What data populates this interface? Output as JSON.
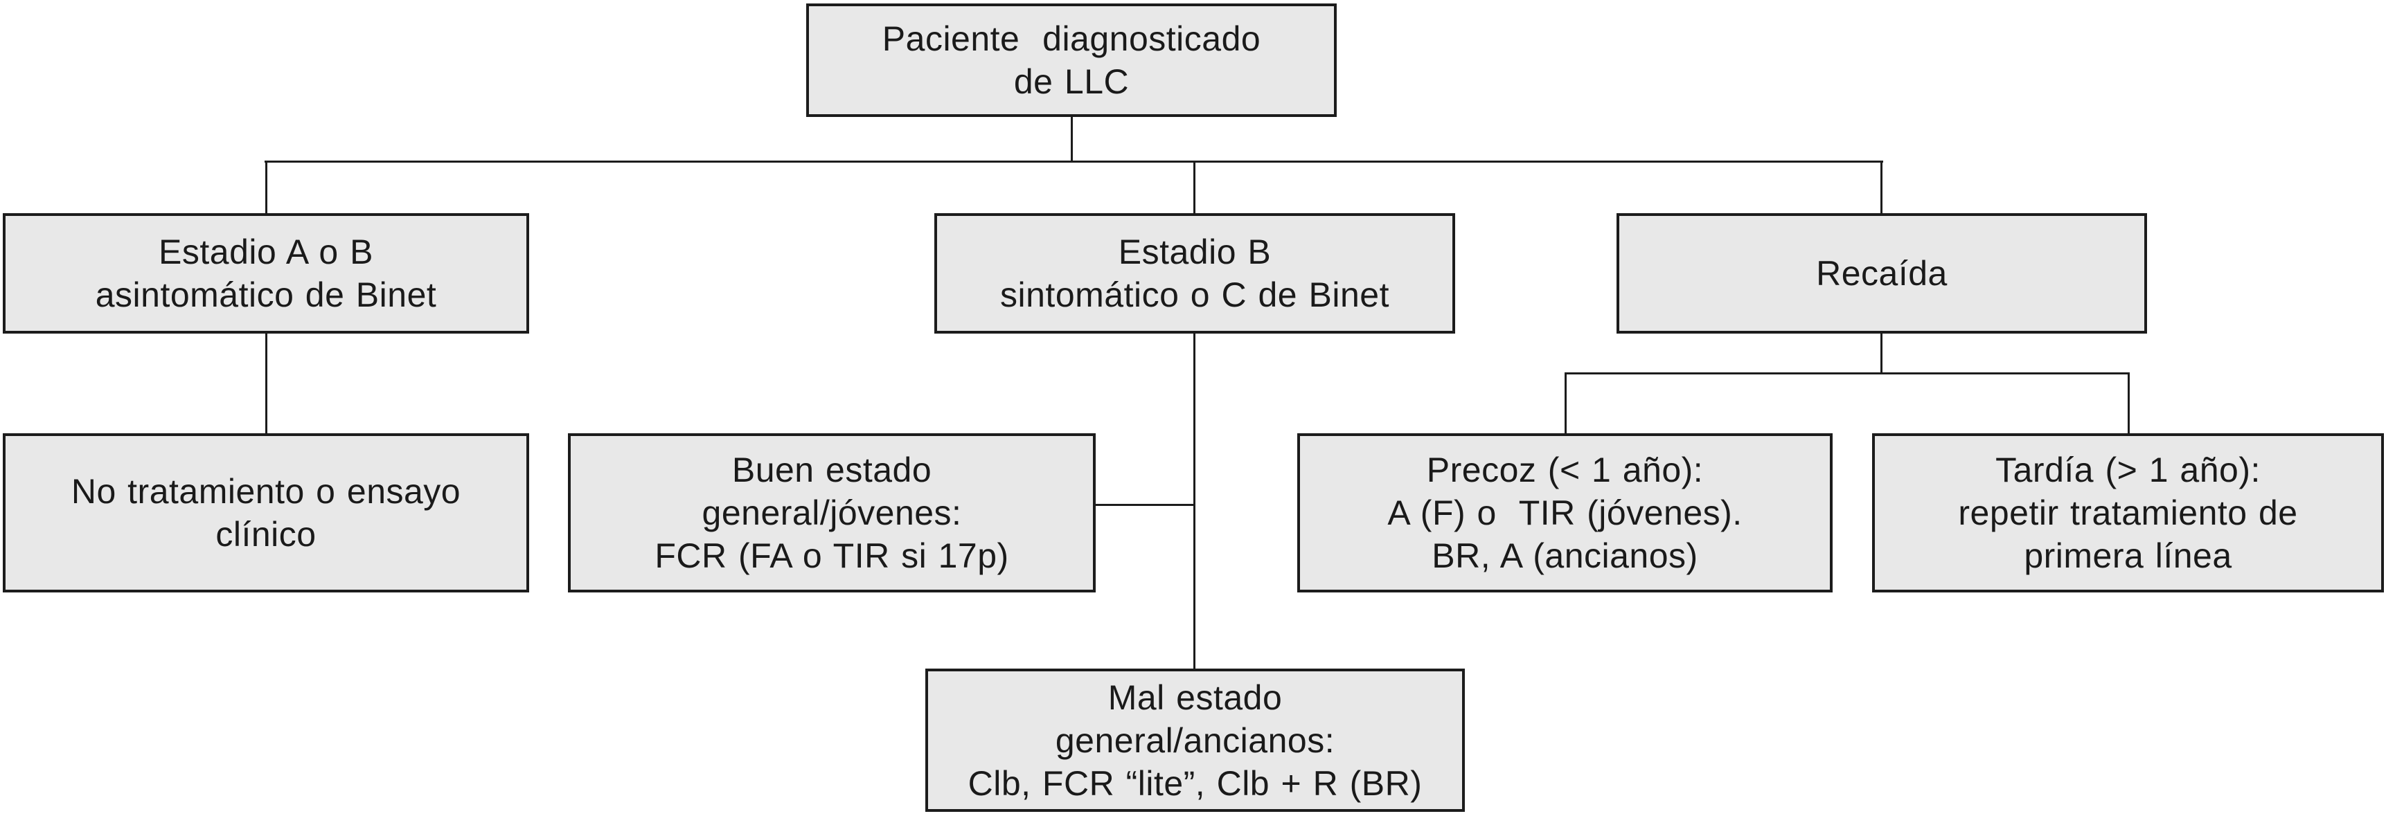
{
  "diagram": {
    "background": "#ffffff",
    "node_fill": "#e8e8e8",
    "node_border_color": "#1c1c1c",
    "line_color": "#1c1c1c",
    "text_color": "#1a1a1a",
    "nodes": {
      "paciente": {
        "label": "Paciente  diagnosticado\nde LLC"
      },
      "estadio_ab": {
        "label": "Estadio A o B\nasintomático de Binet"
      },
      "estadio_b": {
        "label": "Estadio B\nsintomático o C de Binet"
      },
      "recaida": {
        "label": "Recaída"
      },
      "no_tratamiento": {
        "label": "No tratamiento o ensayo\nclínico"
      },
      "buen_estado": {
        "label": "Buen estado\ngeneral/jóvenes:\nFCR (FA o TIR si 17p)"
      },
      "mal_estado": {
        "label": "Mal estado\ngeneral/ancianos:\nClb, FCR “lite”, Clb + R (BR)"
      },
      "precoz": {
        "label": "Precoz (< 1 año):\nA (F) o  TIR (jóvenes).\nBR, A (ancianos)"
      },
      "tardia": {
        "label": "Tardía (> 1 año):\nrepetir tratamiento de\nprimera línea"
      }
    },
    "edges": [
      {
        "from": "paciente",
        "to": "estadio_ab"
      },
      {
        "from": "paciente",
        "to": "estadio_b"
      },
      {
        "from": "paciente",
        "to": "recaida"
      },
      {
        "from": "estadio_ab",
        "to": "no_tratamiento"
      },
      {
        "from": "estadio_b",
        "to": "buen_estado"
      },
      {
        "from": "estadio_b",
        "to": "mal_estado"
      },
      {
        "from": "recaida",
        "to": "precoz"
      },
      {
        "from": "recaida",
        "to": "tardia"
      }
    ]
  }
}
